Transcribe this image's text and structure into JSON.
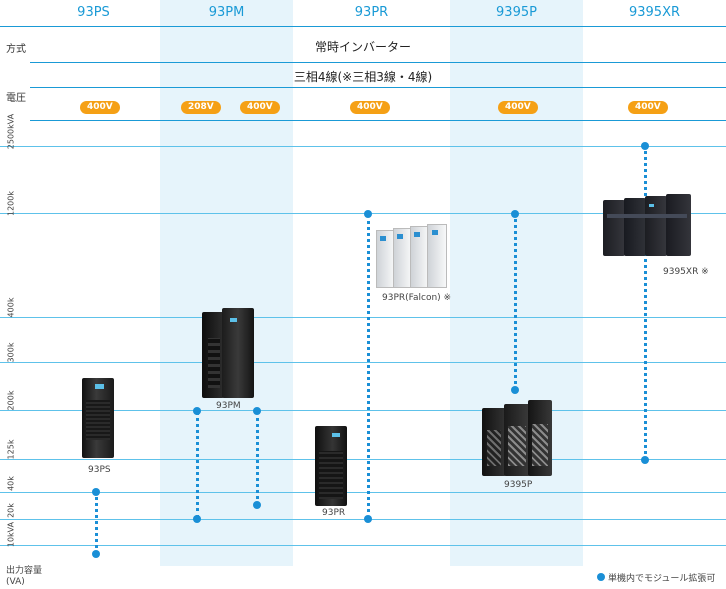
{
  "columns": [
    "93PS",
    "93PM",
    "93PR",
    "9395P",
    "9395XR"
  ],
  "rows": {
    "method_label": "方式",
    "method_value": "常時インバーター",
    "wiring_value": "三相4線(※三相3線・4線)",
    "voltage_label": "電圧"
  },
  "voltages": [
    "400V",
    "208V",
    "400V",
    "400V",
    "400V",
    "400V"
  ],
  "y_axis": {
    "labels": [
      "2500kVA",
      "1200k",
      "400k",
      "300k",
      "200k",
      "125k",
      "40k",
      "20k",
      "10kVA"
    ],
    "title": "出力容量(VA)"
  },
  "products": {
    "p93ps": "93PS",
    "p93pm": "93PM",
    "p93pr": "93PR",
    "p93pr_falcon": "93PR(Falcon) ※",
    "p9395p": "9395P",
    "p9395xr": "9395XR ※"
  },
  "legend": "単機内でモジュール拡張可",
  "colors": {
    "accent": "#1a9ad6",
    "highlight_bg": "#e6f4fb",
    "badge": "#f5a015",
    "dot": "#1a8fd6"
  }
}
